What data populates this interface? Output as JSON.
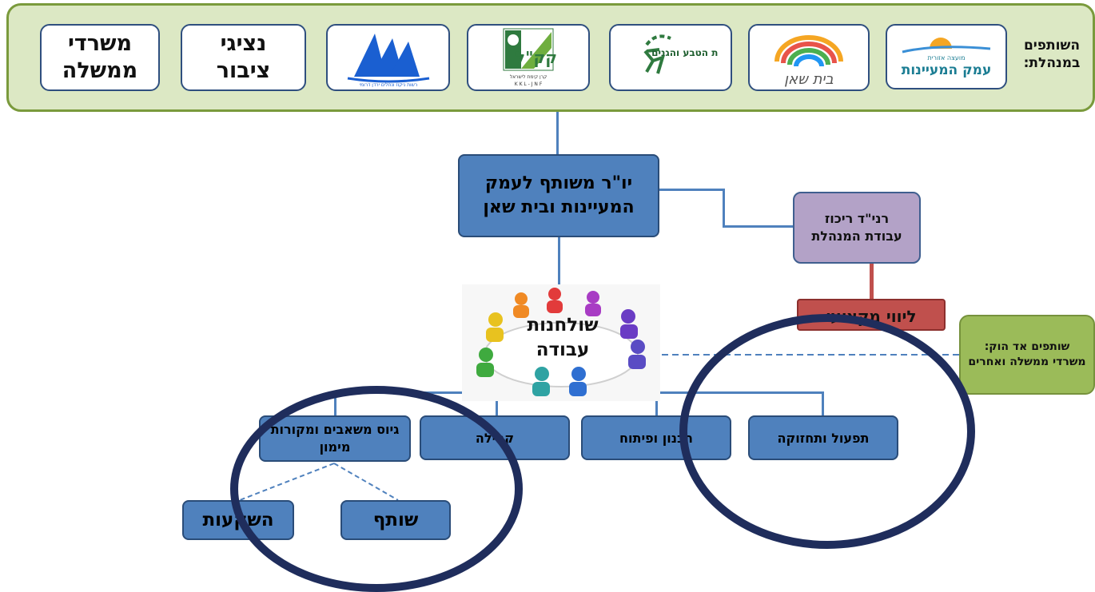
{
  "partners": {
    "label": "השותפים במנהלת:",
    "boxes": [
      {
        "kind": "logo",
        "text": "עמק המעיינות",
        "subtext": "מועצה אזורית",
        "icon": "sun-logo-icon"
      },
      {
        "kind": "logo",
        "text": "בית שאן",
        "icon": "rainbow-logo-icon"
      },
      {
        "kind": "logo",
        "text": "רשות הטבע והגנים",
        "icon": "ibex-logo-icon"
      },
      {
        "kind": "logo",
        "text": "קק\"ל",
        "subtext": "קרן קימת לישראל",
        "subtext2": "K K L - J N F",
        "icon": "kkl-tree-logo-icon"
      },
      {
        "kind": "logo",
        "text": "רשות ניקוז ונחלים ירדן דרומי",
        "icon": "sailboat-logo-icon"
      },
      {
        "kind": "text",
        "text": "נציגי ציבור"
      },
      {
        "kind": "text",
        "text": "משרדי ממשלה"
      }
    ]
  },
  "chair": {
    "text": "יו\"ר משותף לעמק המעיינות ובית שאן"
  },
  "coordinator": {
    "text": "רני\"ד ריכוז עבודת המנהלת"
  },
  "professional": {
    "text": "ליווי מקצועי"
  },
  "adhoc": {
    "text": "שותפים אד הוק: משרדי ממשלה ואחרים"
  },
  "worktables": {
    "text": "שולחנות עבודה",
    "icon": "round-table-people-icon"
  },
  "teams": [
    {
      "text": "תפעול ותחזוקה"
    },
    {
      "text": "תכנון ופיתוח"
    },
    {
      "text": "קהילה"
    },
    {
      "text": "גיוס משאבים ומקורות מימון"
    }
  ],
  "funding": [
    {
      "text": "שותף"
    },
    {
      "text": "השקעות"
    }
  ],
  "colors": {
    "band_fill": "#dce8c4",
    "band_border": "#7a9a3c",
    "box_blue": "#4f81bd",
    "coord_purple": "#b3a2c7",
    "pro_red": "#c0504d",
    "adhoc_green": "#9bbb59",
    "circle_navy": "#1f2d5c"
  }
}
